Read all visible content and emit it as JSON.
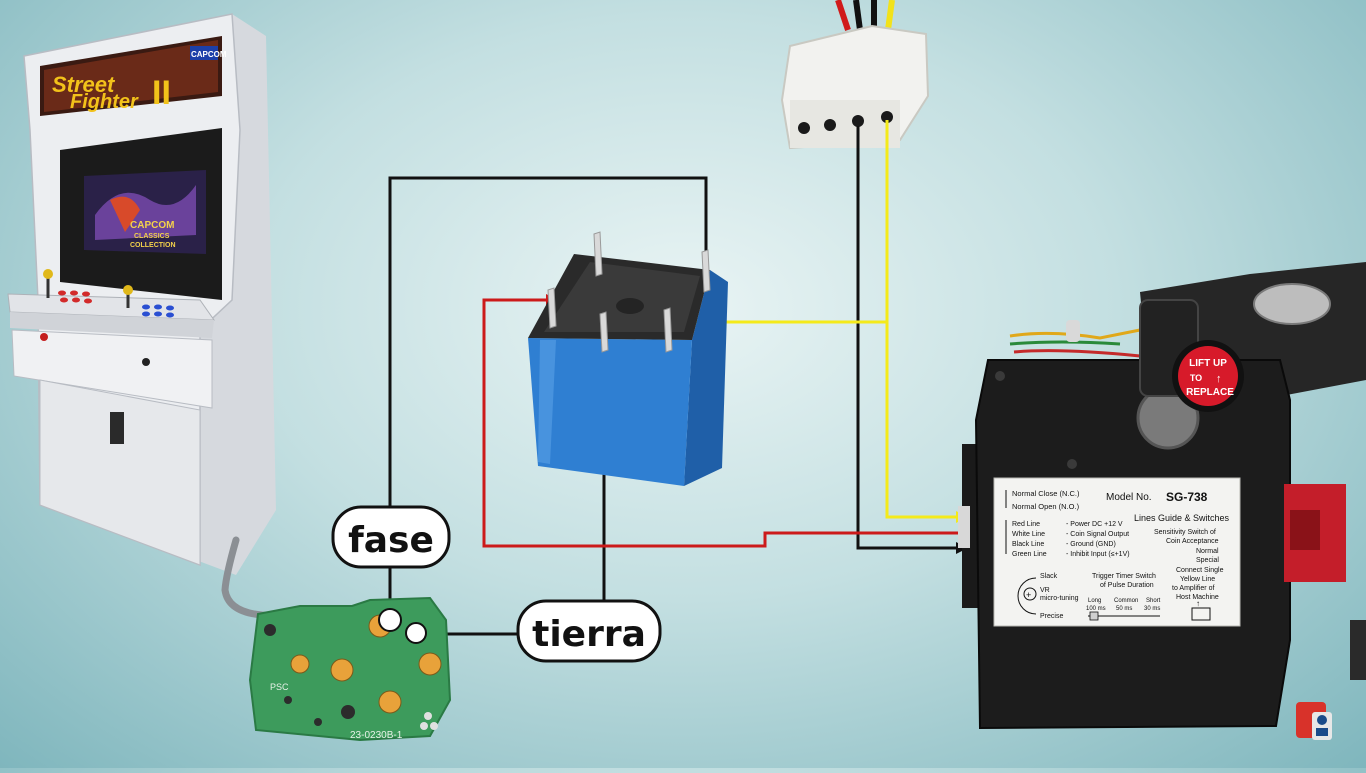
{
  "arcade": {
    "marquee_title_1": "Street",
    "marquee_title_2": "Fighter",
    "marquee_roman": "II",
    "marquee_brand": "CAPCOM",
    "screen_brand": "CAPCOM",
    "screen_line_2": "CLASSICS",
    "screen_line_3": "COLLECTION"
  },
  "labels": {
    "fase": "fase",
    "tierra": "tierra"
  },
  "pcb": {
    "part_number": "23-0230B-1",
    "silk_left": "PSC"
  },
  "coin_acceptor": {
    "badge_line_1": "LIFT UP",
    "badge_line_2": "TO",
    "badge_line_3": "REPLACE",
    "nc": "Normal Close (N.C.)",
    "no": "Normal Open (N.O.)",
    "model_prefix": "Model No.",
    "model": "SG-738",
    "guide": "Lines Guide & Switches",
    "lines": [
      {
        "color": "Red Line",
        "desc": "- Power  DC  +12 V"
      },
      {
        "color": "White Line",
        "desc": "- Coin Signal Output"
      },
      {
        "color": "Black Line",
        "desc": "- Ground (GND)"
      },
      {
        "color": "Green Line",
        "desc": "- Inhibit Input (≤+1V)"
      }
    ],
    "sensitivity_1": "Sensitivity Switch of",
    "sensitivity_2": "Coin Acceptance",
    "normal": "Normal",
    "special": "Special",
    "slack": "Slack",
    "vr_1": "VR",
    "vr_2": "micro-tuning",
    "precise": "Precise",
    "trigger_1": "Trigger Timer Switch",
    "trigger_2": "of Pulse Duration",
    "long": "Long",
    "long_ms": "100 ms",
    "common": "Common",
    "common_ms": "50 ms",
    "short": "Short",
    "short_ms": "30 ms",
    "connect_1": "Connect Single",
    "connect_2": "Yellow Line",
    "connect_3": "to Amplifier of",
    "connect_4": "Host Machine"
  },
  "colors": {
    "wire_black": "#111111",
    "wire_red": "#cc1a1a",
    "wire_yellow": "#f4ea1a",
    "relay_blue": "#2f7fd2",
    "pcb_green": "#3d9b5c",
    "acceptor_black": "#1c1c1c"
  }
}
